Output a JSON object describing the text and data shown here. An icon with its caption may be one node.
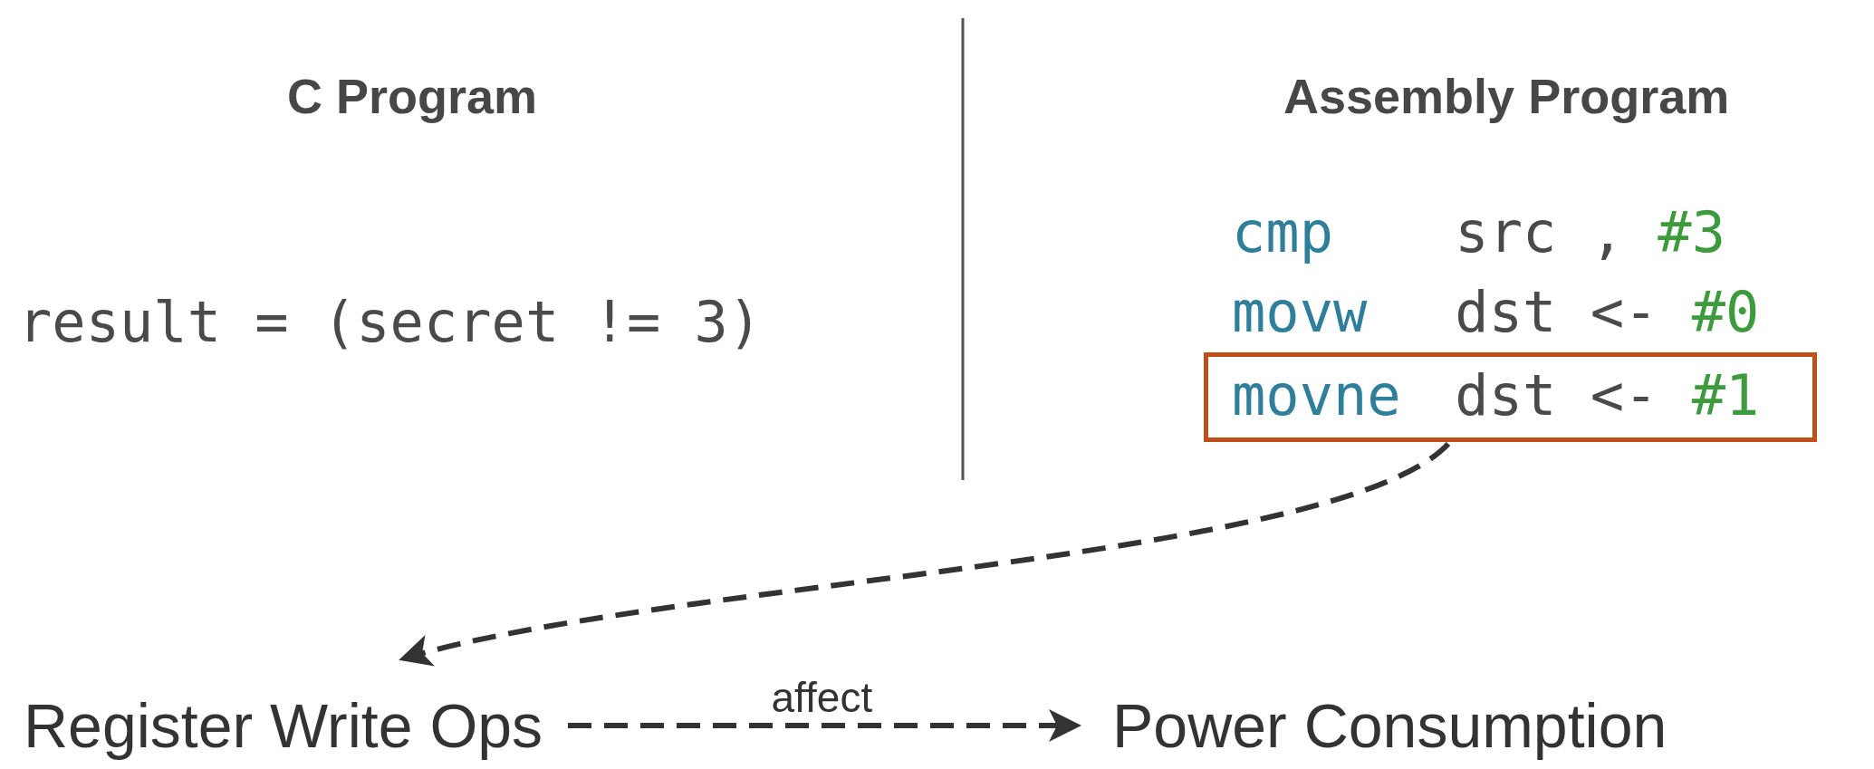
{
  "diagram": {
    "nodes": [
      {
        "text": [
          "movne dst <- #1"
        ]
      },
      {
        "text": [
          "Register Write Ops"
        ]
      },
      {
        "text": [
          "Power Consumption"
        ]
      }
    ],
    "edges": [
      {
        "from": 0,
        "to": 1,
        "arrow": "to",
        "style": "dashed"
      },
      {
        "from": 1,
        "to": 2,
        "arrow": "to",
        "style": "dashed",
        "label": "affect"
      }
    ],
    "labels": [
      "C Program",
      "Assembly Program",
      "result = (secret != 3)",
      "cmp src , #3",
      "movw dst <- #0"
    ]
  }
}
